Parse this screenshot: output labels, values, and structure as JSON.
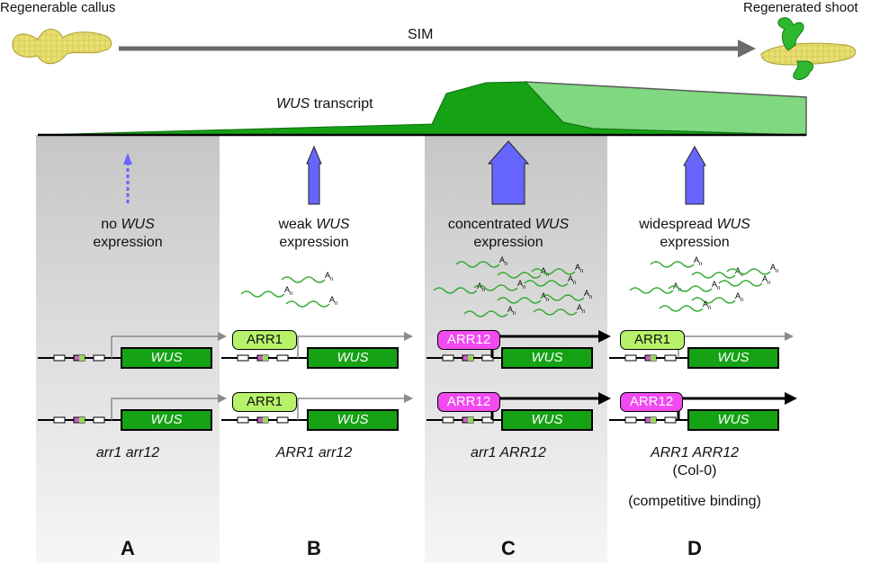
{
  "header": {
    "left_label": "Regenerable callus",
    "right_label": "Regenerated shoot",
    "arrow_label": "SIM"
  },
  "transcript": {
    "label_italic": "WUS",
    "label_rest": " transcript"
  },
  "gene_label": "WUS",
  "columns": [
    {
      "letter": "A",
      "expr_pre": "no ",
      "expr_gene": "WUS",
      "expr_line2": "expression",
      "genotype": "arr1 arr12",
      "extra": [],
      "promoters": [
        "none",
        "none"
      ],
      "arrow": "dashed"
    },
    {
      "letter": "B",
      "expr_pre": "weak ",
      "expr_gene": "WUS",
      "expr_line2": "expression",
      "genotype": "ARR1 arr12",
      "extra": [],
      "promoters": [
        "ARR1",
        "ARR1"
      ],
      "arrow": "thin"
    },
    {
      "letter": "C",
      "expr_pre": "concentrated ",
      "expr_gene": "WUS",
      "expr_line2": "expression",
      "genotype": "arr1 ARR12",
      "extra": [],
      "promoters": [
        "ARR12",
        "ARR12"
      ],
      "arrow": "wide"
    },
    {
      "letter": "D",
      "expr_pre": "widespread ",
      "expr_gene": "WUS",
      "expr_line2": "expression",
      "genotype": "ARR1 ARR12",
      "extra": [
        "(Col-0)",
        "(competitive binding)"
      ],
      "promoters": [
        "ARR1",
        "ARR12"
      ],
      "arrow": "medium"
    }
  ],
  "mrna_tail": "A",
  "mrna_sub": "n",
  "colors": {
    "gray_column": "#c6c6c6",
    "wus_green": "#15a215",
    "light_green": "#80d880",
    "arrow_blue": "#6666ff",
    "arr1_fill": "#b8f26a",
    "arr12_fill": "#f04af0",
    "mrna_green": "#2eaa2e"
  }
}
